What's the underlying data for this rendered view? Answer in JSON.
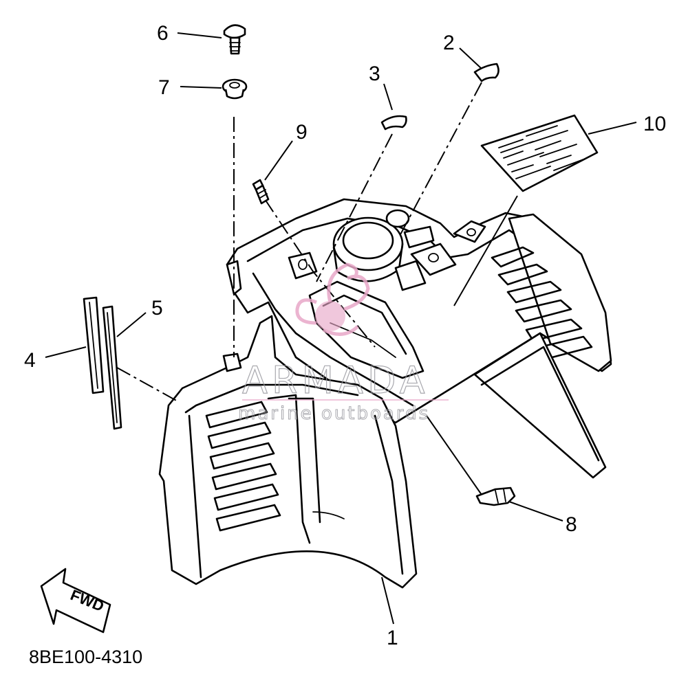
{
  "diagram": {
    "part_labels": [
      "1",
      "2",
      "3",
      "4",
      "5",
      "6",
      "7",
      "8",
      "9",
      "10"
    ],
    "direction_label": "FWD",
    "diagram_code": "8BE100-4310",
    "watermark": {
      "brand": "ARMADA",
      "tagline": "marine outboards",
      "accent_color": "#e8a8c8",
      "line_color": "#9a9aa0"
    }
  }
}
